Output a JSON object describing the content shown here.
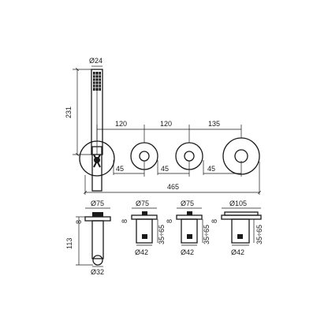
{
  "dimensions": {
    "handshower_diameter": "Ø24",
    "handshower_length": "231",
    "spacing_1": "120",
    "spacing_2": "120",
    "spacing_3": "135",
    "offset_1": "45",
    "offset_2": "45",
    "offset_3": "45",
    "total_width": "465",
    "side_height": "113",
    "side_small": "8",
    "side_top_diameter": "Ø75",
    "side_bottom_diameter": "Ø32",
    "valve1_top_diameter": "Ø75",
    "valve1_small": "8",
    "valve1_depth": "35÷65",
    "valve1_bottom_diameter": "Ø42",
    "valve2_top_diameter": "Ø75",
    "valve2_small": "8",
    "valve2_depth": "35÷65",
    "valve2_bottom_diameter": "Ø42",
    "valve3_top_diameter": "Ø105",
    "valve3_small": "8",
    "valve3_depth": "35÷65",
    "valve3_bottom_diameter": "Ø42"
  }
}
